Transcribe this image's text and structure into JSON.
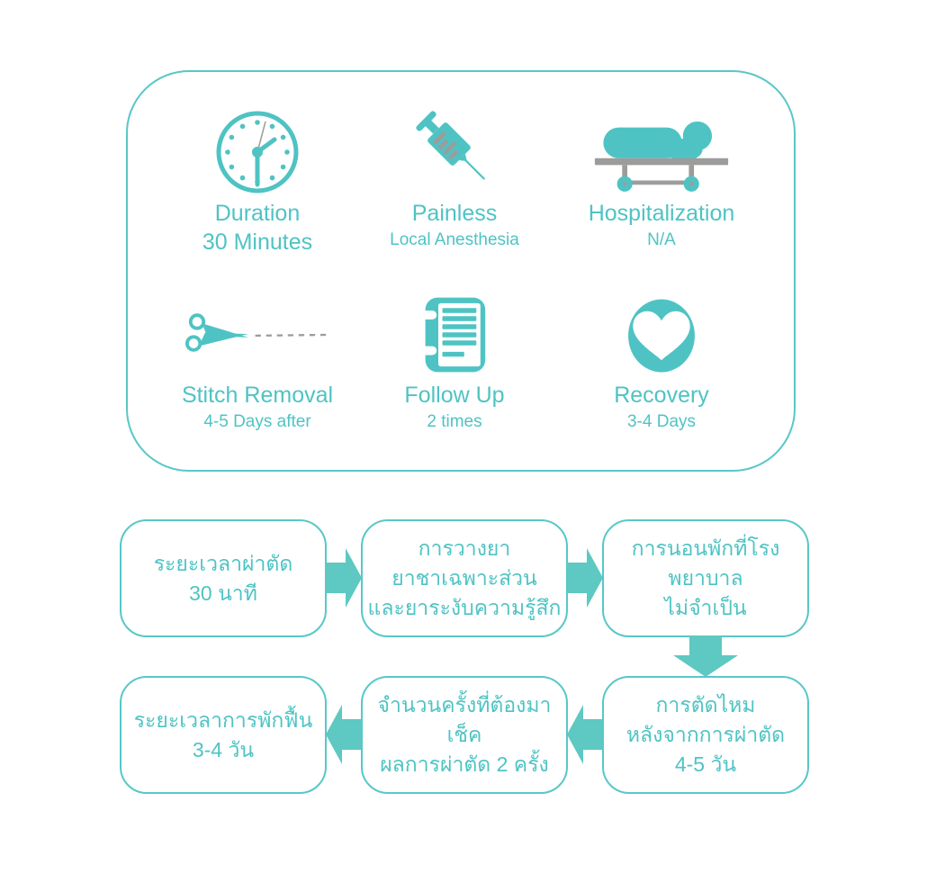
{
  "colors": {
    "teal": "#4FC3C4",
    "arrow": "#5EC8C2",
    "gray": "#9C9C9B",
    "line": "#58C7C7",
    "bg": "#FFFFFF"
  },
  "features": [
    {
      "icon": "clock-icon",
      "title": "Duration",
      "subtitle": "30 Minutes"
    },
    {
      "icon": "syringe-icon",
      "title": "Painless",
      "subtitle": "Local Anesthesia"
    },
    {
      "icon": "hospital-bed-icon",
      "title": "Hospitalization",
      "subtitle": "N/A"
    },
    {
      "icon": "scissors-icon",
      "title": "Stitch Removal",
      "subtitle": "4-5 Days after"
    },
    {
      "icon": "notebook-icon",
      "title": "Follow Up",
      "subtitle": "2 times"
    },
    {
      "icon": "heart-icon",
      "title": "Recovery",
      "subtitle": "3-4 Days"
    }
  ],
  "flowchart": {
    "boxes": [
      {
        "text": "ระยะเวลาผ่าตัด\n30 นาที"
      },
      {
        "text": "การวางยา\nยาชาเฉพาะส่วน\nและยาระงับความรู้สึก"
      },
      {
        "text": "การนอนพักที่โรงพยาบาล\nไม่จำเป็น"
      },
      {
        "text": "การตัดไหม\nหลังจากการผ่าตัด\n4-5 วัน"
      },
      {
        "text": "จำนวนครั้งที่ต้องมาเช็ค\nผลการผ่าตัด 2 ครั้ง"
      },
      {
        "text": "ระยะเวลาการพักฟื้น\n3-4 วัน"
      }
    ]
  }
}
